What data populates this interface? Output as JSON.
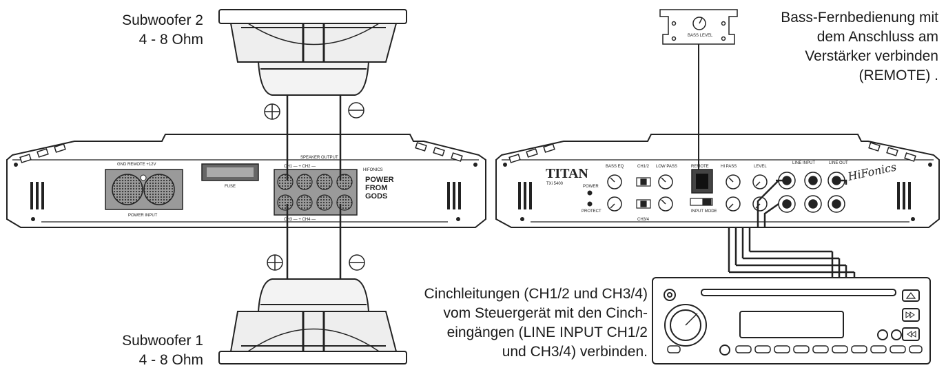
{
  "subwoofer2": {
    "name": "Subwoofer 2",
    "impedance": "4 - 8 Ohm"
  },
  "subwoofer1": {
    "name": "Subwoofer 1",
    "impedance": "4 - 8 Ohm"
  },
  "remote_note": [
    "Bass-Fernbedienung mit",
    "dem Anschluss am",
    "Verstärker verbinden",
    "(REMOTE) ."
  ],
  "rca_note": [
    "Cinchleitungen (CH1/2 und CH3/4)",
    "vom Steuergerät mit den Cinch-",
    "eingängen (LINE INPUT CH1/2",
    "und CH3/4) verbinden."
  ],
  "polarity": {
    "plus": "⊕",
    "minus": "⊖"
  },
  "amp_left": {
    "ground_label": "GND  REMOTE  +12V",
    "power_label": "POWER INPUT",
    "fuse_label": "FUSE",
    "speaker_label": "SPEAKER OUTPUT",
    "ch12_label": "CH1 —  +  CH2 —",
    "ch34_label": "CH3 —  +  CH4 —",
    "brand": "HIFONICS",
    "logo": [
      "POWER",
      "FROM",
      "GODS"
    ]
  },
  "amp_right": {
    "model": "TITAN",
    "submodel": "TXi 5400",
    "bass_eq": "BASS EQ",
    "ch12": "CH1/2",
    "ch34": "CH3/4",
    "low_pass": "LOW PASS",
    "remote": "REMOTE",
    "hi_pass": "HI PASS",
    "level": "LEVEL",
    "input_mode": "INPUT MODE",
    "line_input": "LINE INPUT",
    "line_out": "LINE OUT",
    "power": "POWER",
    "protect": "PROTECT",
    "brand": "HiFonics"
  },
  "remote_unit_label": "BASS LEVEL"
}
